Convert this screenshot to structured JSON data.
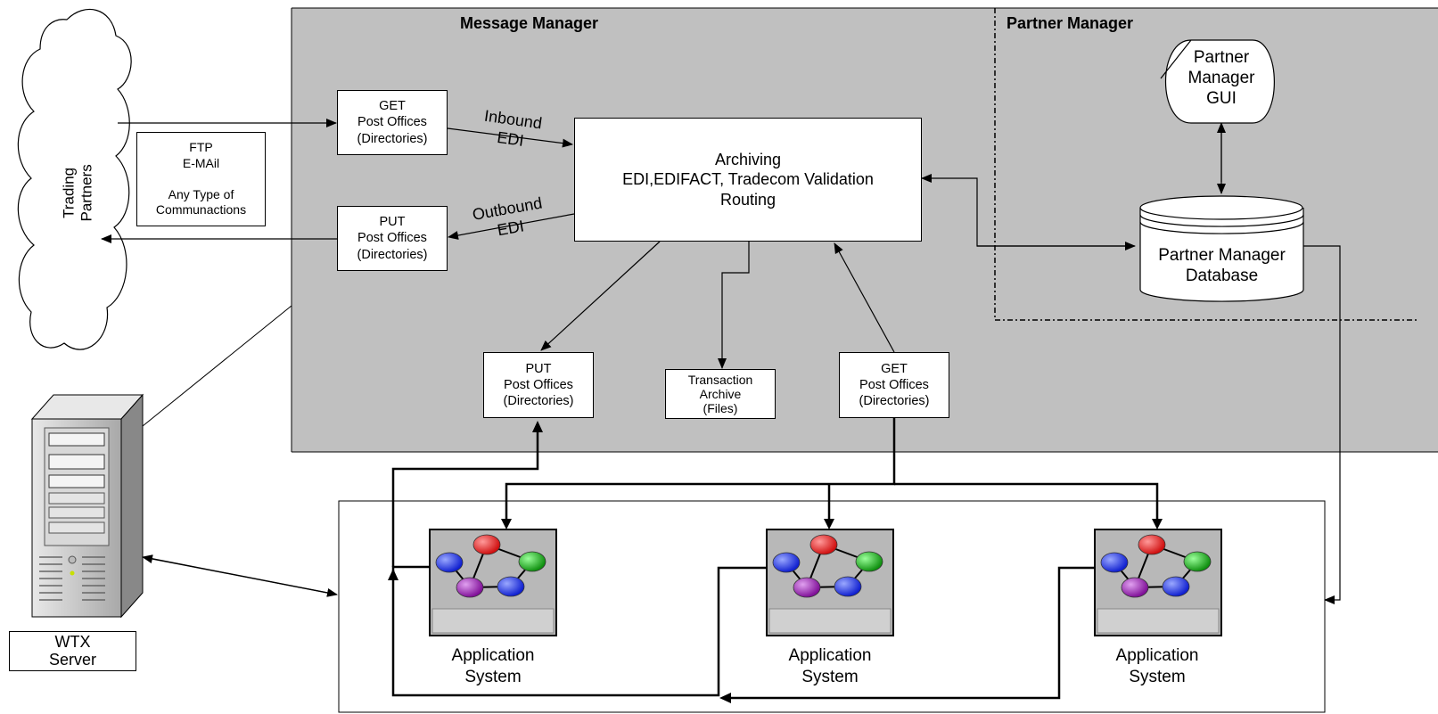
{
  "colors": {
    "panel_fill": "#c0c0c0",
    "box_fill": "#ffffff",
    "line": "#000000",
    "node_red": "#e02020",
    "node_green": "#20a020",
    "node_blue": "#2030e0",
    "node_purple": "#9020b0"
  },
  "regions": {
    "message_manager": "Message Manager",
    "partner_manager": "Partner Manager"
  },
  "trading_partners": "Trading\nPartners",
  "comm_box": "FTP\nE-MAil\n\nAny Type of\nCommunactions",
  "inbound_get": "GET\nPost Offices\n(Directories)",
  "outbound_put": "PUT\nPost Offices\n(Directories)",
  "inbound_edi": "Inbound\nEDI",
  "outbound_edi": "Outbound\nEDI",
  "core_box": "Archiving\nEDI,EDIFACT, Tradecom Validation\nRouting",
  "partner_gui": "Partner\nManager\nGUI",
  "partner_db": "Partner Manager\nDatabase",
  "app_put": "PUT\nPost Offices\n(Directories)",
  "transaction_archive": "Transaction\nArchive\n(Files)",
  "app_get": "GET\nPost Offices\n(Directories)",
  "server_label": "WTX\nServer",
  "server_icon": "server-tower-icon",
  "app_icon": "network-nodes-icon",
  "applications": [
    {
      "label": "Application\nSystem"
    },
    {
      "label": "Application\nSystem"
    },
    {
      "label": "Application\nSystem"
    }
  ]
}
